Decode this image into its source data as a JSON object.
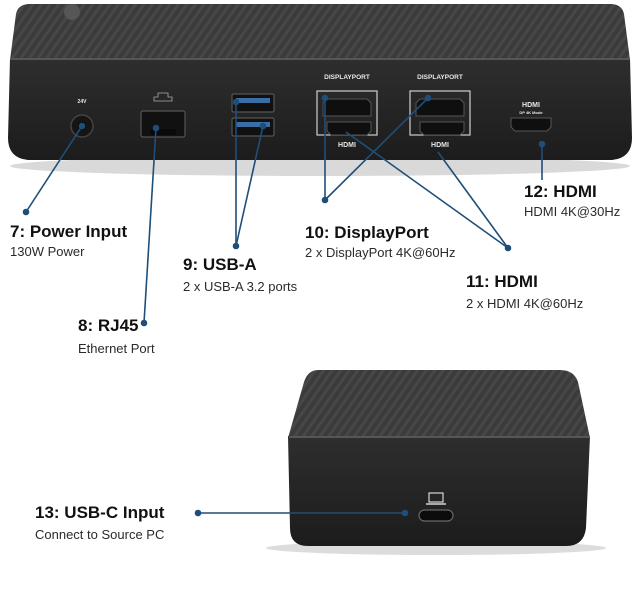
{
  "device_back": {
    "port_marks": {
      "power": "24V",
      "displayport_a": "DISPLAYPORT",
      "displayport_b": "DISPLAYPORT",
      "hdmi_a": "HDMI",
      "hdmi_b": "HDMI",
      "hdmi_single": "HDMI",
      "hdmi_single_sub": "DP 4K Mode"
    }
  },
  "callouts": {
    "power": {
      "title": "7: Power Input",
      "desc": "130W Power"
    },
    "rj45": {
      "title": "8: RJ45",
      "desc": "Ethernet Port"
    },
    "usba": {
      "title": "9: USB-A",
      "desc": "2 x USB-A 3.2 ports"
    },
    "displayport": {
      "title": "10: DisplayPort",
      "desc": "2 x DisplayPort 4K@60Hz"
    },
    "hdmi": {
      "title": "11: HDMI",
      "desc": "2 x HDMI 4K@60Hz"
    },
    "hdmi_single": {
      "title": "12: HDMI",
      "desc": "HDMI 4K@30Hz"
    },
    "usbc": {
      "title": "13: USB-C Input",
      "desc": "Connect to Source PC"
    }
  },
  "colors": {
    "leader_line": "#1f4e79",
    "device_body": "#2b2b2b",
    "device_top": "#3a3a3a"
  }
}
